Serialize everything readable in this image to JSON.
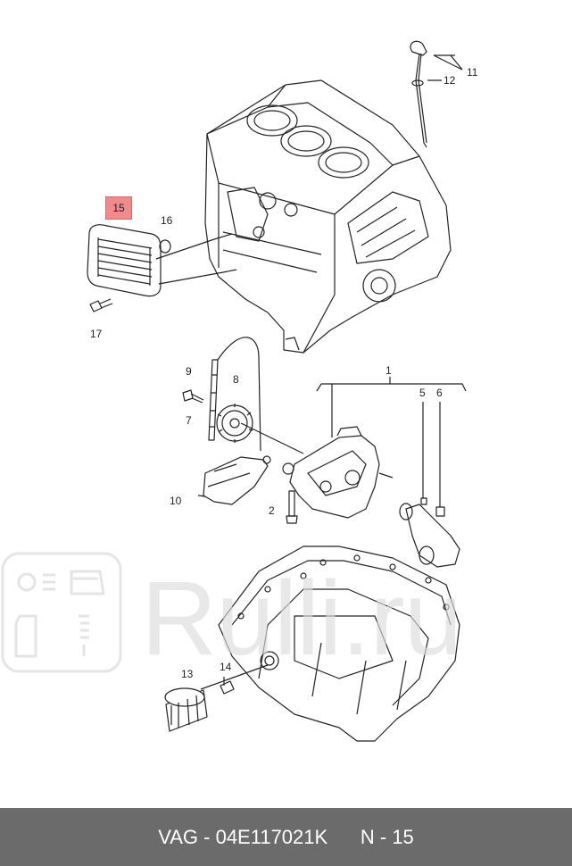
{
  "diagram": {
    "callouts": {
      "c1": "1",
      "c2": "2",
      "c5": "5",
      "c6": "6",
      "c7": "7",
      "c8": "8",
      "c9": "9",
      "c10": "10",
      "c11": "11",
      "c12": "12",
      "c13": "13",
      "c14": "14",
      "c15": "15",
      "c16": "16",
      "c17": "17"
    },
    "highlighted_part": "15",
    "highlight_color": "#f08a8c"
  },
  "watermark": {
    "text": "Rulli.ru"
  },
  "footer": {
    "part_code": "VAG - 04E117021K",
    "reference": "N - 15"
  }
}
